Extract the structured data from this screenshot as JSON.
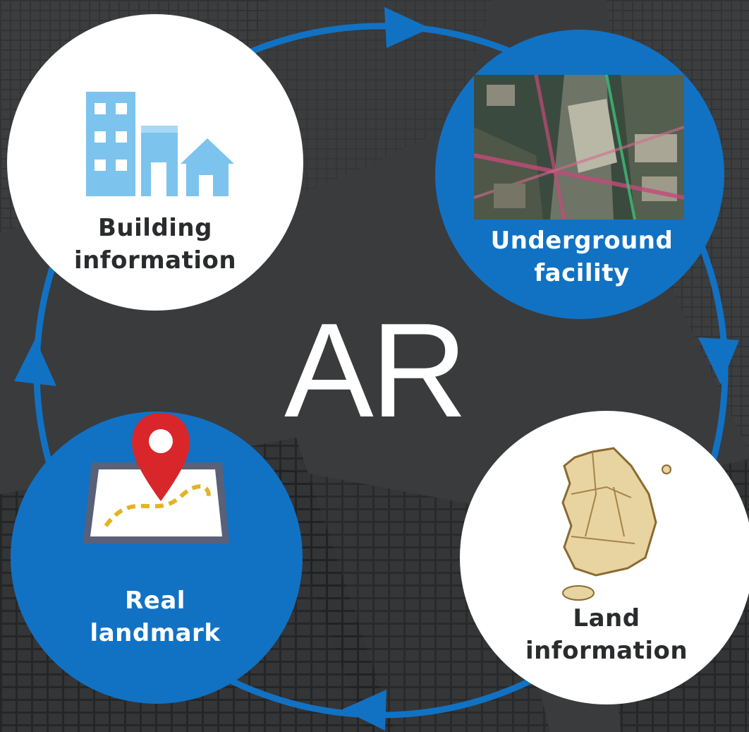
{
  "center_title": "AR",
  "nodes": {
    "building": {
      "line1": "Building",
      "line2": "information"
    },
    "underground": {
      "line1": "Underground",
      "line2": "facility"
    },
    "land": {
      "line1": "Land",
      "line2": "information"
    },
    "landmark": {
      "line1": "Real",
      "line2": "landmark"
    }
  },
  "colors": {
    "background": "#3a3b3d",
    "accent_blue": "#1172c4",
    "white": "#ffffff",
    "building_icon": "#7cc3ee",
    "map_pin": "#d8262b",
    "korea_map": "#e8d4a0"
  }
}
